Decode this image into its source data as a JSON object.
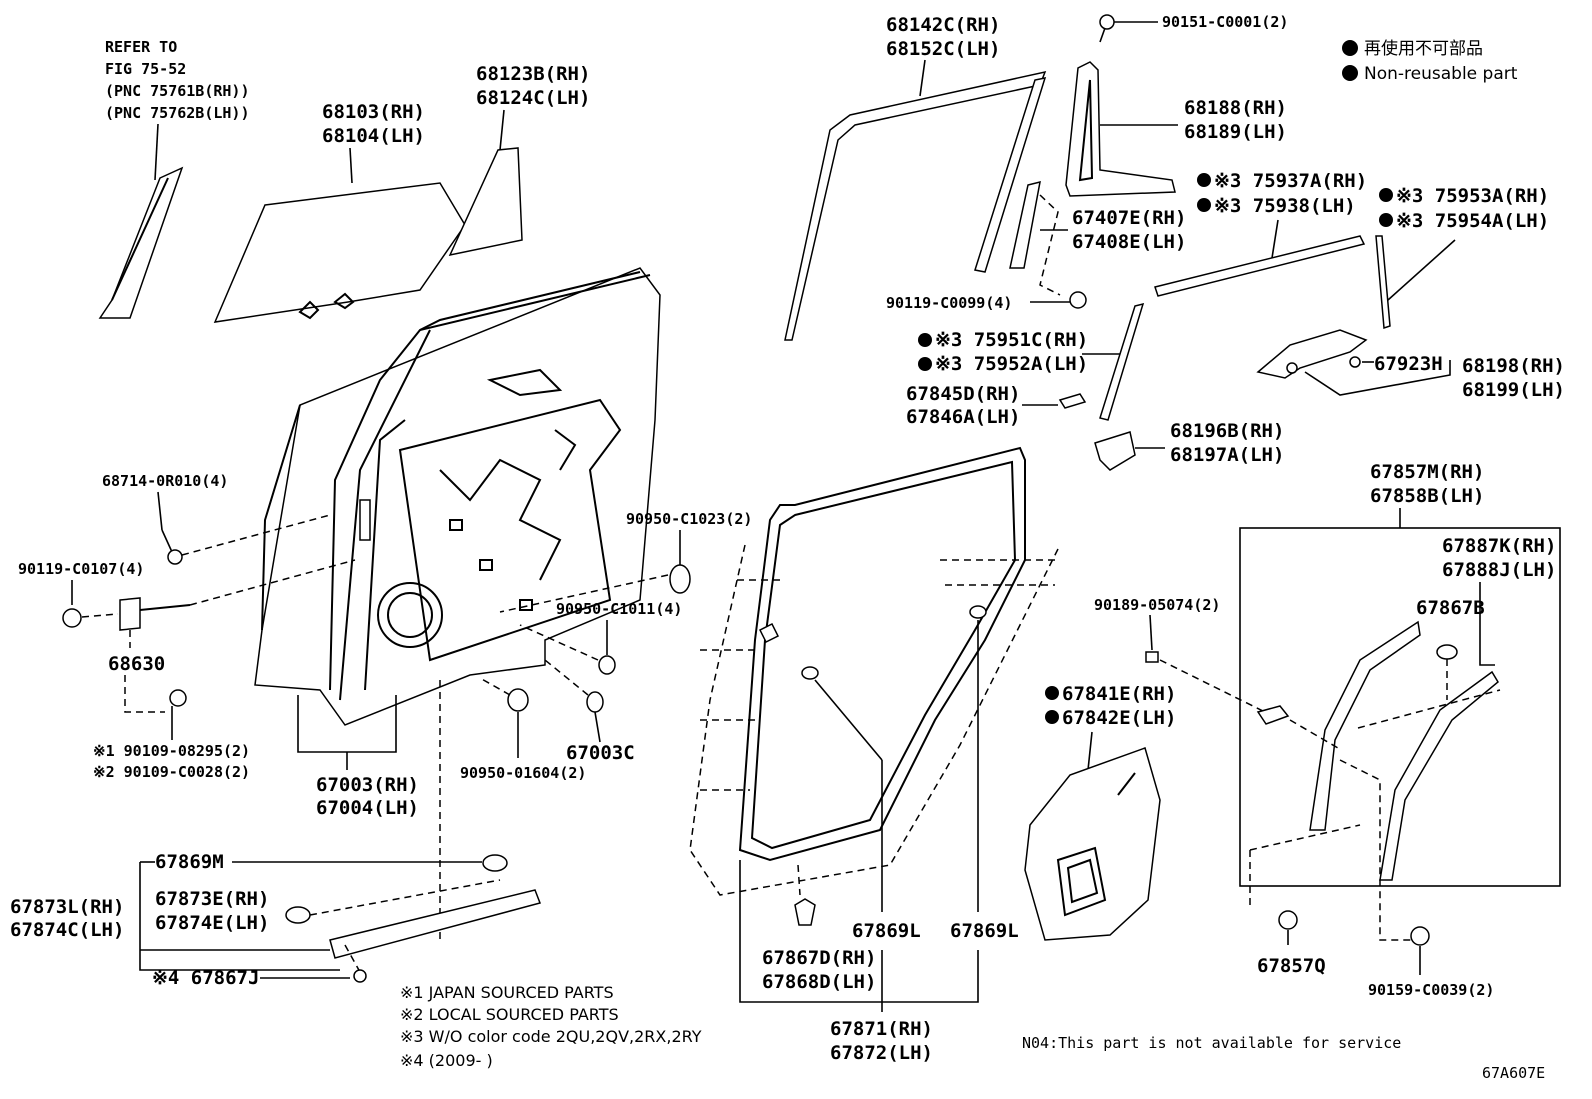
{
  "legend": {
    "jp": "再使用不可部品",
    "en": "Non-reusable part"
  },
  "refer": [
    "REFER TO",
    "FIG 75-52",
    "(PNC 75761B(RH))",
    "(PNC 75762B(LH))"
  ],
  "parts": {
    "p68103": [
      "68103(RH)",
      "68104(LH)"
    ],
    "p68123": [
      "68123B(RH)",
      "68124C(LH)"
    ],
    "p68142": [
      "68142C(RH)",
      "68152C(LH)"
    ],
    "p90151": "90151-C0001(2)",
    "p68188": [
      "68188(RH)",
      "68189(LH)"
    ],
    "p67407": [
      "67407E(RH)",
      "67408E(LH)"
    ],
    "p90119a": "90119-C0099(4)",
    "p75937": [
      "※3 75937A(RH)",
      "※3 75938(LH)"
    ],
    "p75953": [
      "※3 75953A(RH)",
      "※3 75954A(LH)"
    ],
    "p75951": [
      "※3 75951C(RH)",
      "※3 75952A(LH)"
    ],
    "p67845": [
      "67845D(RH)",
      "67846A(LH)"
    ],
    "p67923": "67923H",
    "p68198": [
      "68198(RH)",
      "68199(LH)"
    ],
    "p68196": [
      "68196B(RH)",
      "68197A(LH)"
    ],
    "p68714": "68714-0R010(4)",
    "p90119b": "90119-C0107(4)",
    "p68630": "68630",
    "p90109": [
      "※1 90109-08295(2)",
      "※2 90109-C0028(2)"
    ],
    "p67003": [
      "67003(RH)",
      "67004(LH)"
    ],
    "p90950a": "90950-C1023(2)",
    "p90950b": "90950-C1011(4)",
    "p90950c": "90950-01604(2)",
    "p67003c": "67003C",
    "p67857m": [
      "67857M(RH)",
      "67858B(LH)"
    ],
    "p67887": [
      "67887K(RH)",
      "67888J(LH)"
    ],
    "p67867b": "67867B",
    "p90189": "90189-05074(2)",
    "p67841": [
      "67841E(RH)",
      "67842E(LH)"
    ],
    "p67869m": "67869M",
    "p67873l": [
      "67873L(RH)",
      "67874C(LH)"
    ],
    "p67873e": [
      "67873E(RH)",
      "67874E(LH)"
    ],
    "p67867j": "※4 67867J",
    "p67869l1": "67869L",
    "p67869l2": "67869L",
    "p67867d": [
      "67867D(RH)",
      "67868D(LH)"
    ],
    "p67871": [
      "67871(RH)",
      "67872(LH)"
    ],
    "p67857q": "67857Q",
    "p90159": "90159-C0039(2)"
  },
  "notes": [
    "※1  JAPAN SOURCED PARTS",
    "※2  LOCAL SOURCED PARTS",
    "※3  W/O color code 2QU,2QV,2RX,2RY",
    "※4  (2009-     )"
  ],
  "n04": "N04:This part is not available for service",
  "figure_code": "67A607E"
}
